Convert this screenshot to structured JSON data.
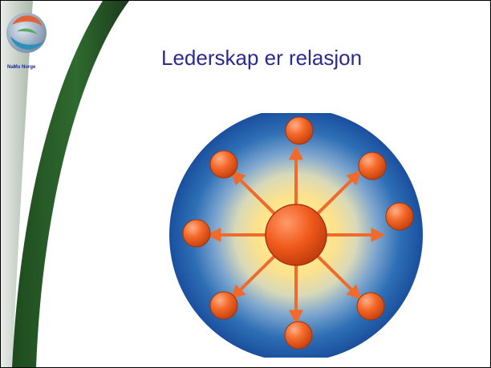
{
  "slide": {
    "title": "Lederskap er relasjon",
    "logo_text": "NaMu Norge"
  },
  "colors": {
    "title": "#2a2a8f",
    "band_dark": "#1e4a1e",
    "band_light": "#cfd9cf",
    "disc_outer": "#1a4f9e",
    "disc_inner": "#ffe38a",
    "node": "#f25a1a",
    "arrow": "#ef6a2b"
  },
  "diagram": {
    "center": "leader",
    "satellites": [
      "top",
      "top-right",
      "right",
      "bottom-right",
      "bottom",
      "bottom-left",
      "left",
      "top-left"
    ]
  }
}
